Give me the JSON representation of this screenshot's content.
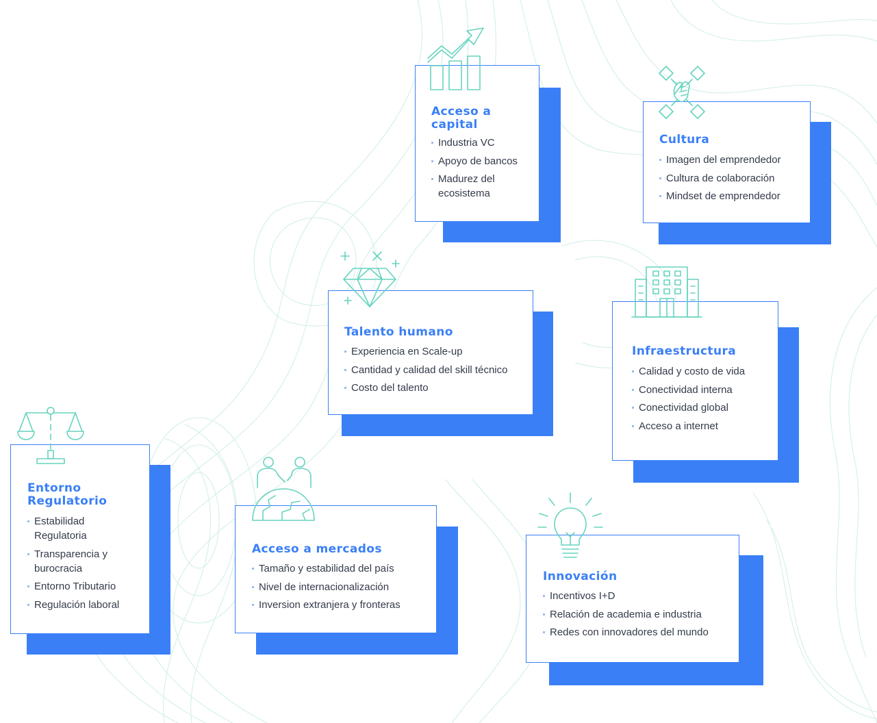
{
  "cards": [
    {
      "title": "Acceso a capital",
      "items": [
        "Industria VC",
        "Apoyo de bancos",
        "Madurez del ecosistema"
      ],
      "icon": "growth-chart-icon"
    },
    {
      "title": "Cultura",
      "items": [
        "Imagen del emprendedor",
        "Cultura de colaboración",
        "Mindset de emprendedor"
      ],
      "icon": "joined-hands-icon"
    },
    {
      "title": "Talento humano",
      "items": [
        "Experiencia en Scale-up",
        "Cantidad y calidad del skill técnico",
        "Costo del talento"
      ],
      "icon": "diamond-icon"
    },
    {
      "title": "Infraestructura",
      "items": [
        "Calidad y costo de vida",
        "Conectividad interna",
        "Conectividad global",
        "Acceso a internet"
      ],
      "icon": "building-icon"
    },
    {
      "title": "Entorno Regulatorio",
      "items": [
        "Estabilidad Regulatoria",
        "Transparencia y burocracia",
        "Entorno Tributario",
        "Regulación laboral"
      ],
      "icon": "scales-icon"
    },
    {
      "title": "Acceso a mercados",
      "items": [
        "Tamaño y estabilidad del país",
        "Nivel de internacionalización",
        "Inversion extranjera y fronteras"
      ],
      "icon": "people-globe-icon"
    },
    {
      "title": "Innovación",
      "items": [
        "Incentivos I+D",
        "Relación de academia e industria",
        "Redes con innovadores del mundo"
      ],
      "icon": "lightbulb-icon"
    }
  ],
  "colors": {
    "accent": "#3a7ff6",
    "icon": "#66d3be",
    "contour": "#cfeee7"
  }
}
